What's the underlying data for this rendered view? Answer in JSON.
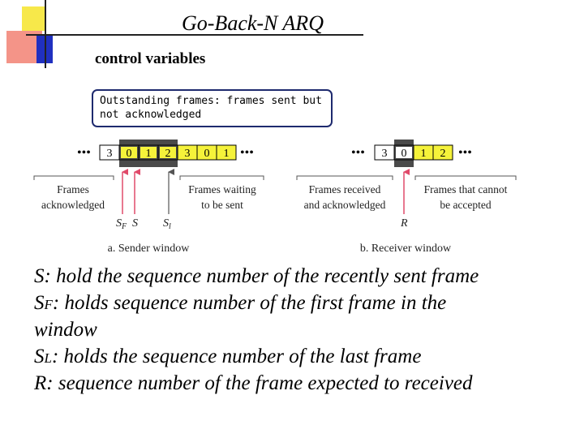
{
  "title": "Go-Back-N ARQ",
  "subtitle": "control variables",
  "callout": "Outstanding frames: frames sent but not acknowledged",
  "sender": {
    "cells": [
      "3",
      "0",
      "1",
      "2",
      "3",
      "0",
      "1"
    ],
    "ellipsis_left": "•••",
    "ellipsis_right": "•••",
    "label_left": [
      "Frames",
      "acknowledged"
    ],
    "label_right": [
      "Frames waiting",
      "to be sent"
    ],
    "label_sf_main": "S",
    "label_sf_sub": "F",
    "label_s": "S",
    "label_sl_main": "S",
    "label_sl_sub": "l",
    "caption": "a. Sender window"
  },
  "receiver": {
    "cells": [
      "3",
      "0",
      "1",
      "2"
    ],
    "ellipsis_left": "•••",
    "ellipsis_right": "•••",
    "label_left": [
      "Frames received",
      "and acknowledged"
    ],
    "label_right": [
      "Frames that cannot",
      "be accepted"
    ],
    "label_r": "R",
    "caption": "b. Receiver window"
  },
  "descriptions": {
    "s": {
      "prefix": "S",
      "text": ": hold the sequence number of the recently sent frame"
    },
    "sf": {
      "prefix": "S",
      "sub": "F",
      "text": ": holds sequence number of the first frame in the",
      "cont": "window"
    },
    "sl": {
      "prefix": "S",
      "sub": "L",
      "text": ": holds the sequence number of the last frame"
    },
    "r": {
      "prefix": "R",
      "text": ": sequence number of the frame expected to received"
    }
  },
  "colors": {
    "yellow": "#f5f23a",
    "dark": "#4a4a4a",
    "callout_border": "#1e2a6e",
    "arrow_red": "#e04a6a",
    "deco_yellow": "#f7e84a",
    "deco_red": "#f07060",
    "deco_blue": "#2030c0"
  }
}
